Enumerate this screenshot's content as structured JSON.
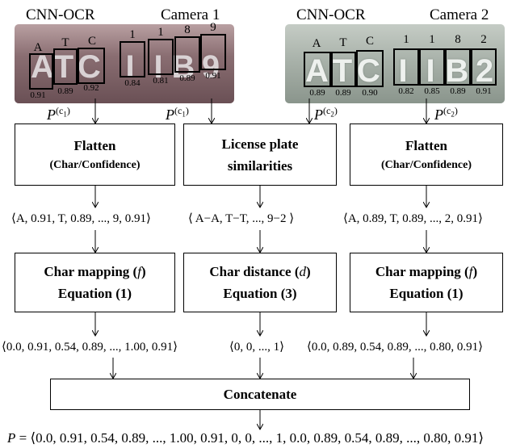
{
  "camera1": {
    "ocr_label": "CNN-OCR",
    "camera_label": "Camera 1",
    "chars": [
      {
        "box": "A",
        "glyph": "A",
        "conf": "0.91"
      },
      {
        "box": "T",
        "glyph": "T",
        "conf": "0.89"
      },
      {
        "box": "C",
        "glyph": "C",
        "conf": "0.92"
      },
      {
        "box": "1",
        "glyph": "I",
        "conf": "0.84"
      },
      {
        "box": "1",
        "glyph": "I",
        "conf": "0.81"
      },
      {
        "box": "8",
        "glyph": "B",
        "conf": "0.89"
      },
      {
        "box": "9",
        "glyph": "9",
        "conf": "0.91"
      }
    ]
  },
  "camera2": {
    "ocr_label": "CNN-OCR",
    "camera_label": "Camera 2",
    "chars": [
      {
        "box": "A",
        "glyph": "A",
        "conf": "0.89"
      },
      {
        "box": "T",
        "glyph": "T",
        "conf": "0.89"
      },
      {
        "box": "C",
        "glyph": "C",
        "conf": "0.90"
      },
      {
        "box": "1",
        "glyph": "I",
        "conf": "0.82"
      },
      {
        "box": "1",
        "glyph": "I",
        "conf": "0.85"
      },
      {
        "box": "8",
        "glyph": "B",
        "conf": "0.89"
      },
      {
        "box": "2",
        "glyph": "2",
        "conf": "0.91"
      }
    ]
  },
  "prob_labels": {
    "p_base": "P",
    "c1": "(c",
    "c1_sub": "1",
    "c2_sub": "2",
    "close": ")"
  },
  "nodes": {
    "flatten1": {
      "title": "Flatten",
      "sub": "(Char/Confidence)"
    },
    "similarity": {
      "title1": "License plate",
      "title2": "similarities"
    },
    "flatten2": {
      "title": "Flatten",
      "sub": "(Char/Confidence)"
    },
    "mapping1": {
      "title": "Char mapping (",
      "var": "f",
      "close": ")",
      "eq": "Equation (1)"
    },
    "distance": {
      "title": "Char distance (",
      "var": "d",
      "close": ")",
      "eq": "Equation (3)"
    },
    "mapping2": {
      "title": "Char mapping (",
      "var": "f",
      "close": ")",
      "eq": "Equation (1)"
    },
    "concat": {
      "title": "Concatenate"
    }
  },
  "sequences": {
    "flat1": "⟨A, 0.91, T, 0.89, ..., 9, 0.91⟩",
    "sim": "⟨ A−A, T−T, ..., 9−2 ⟩",
    "flat2": "⟨A, 0.89, T, 0.89, ..., 2, 0.91⟩",
    "map1": "⟨0.0, 0.91, 0.54, 0.89, ..., 1.00, 0.91⟩",
    "dist": "⟨0, 0, ..., 1⟩",
    "map2": "⟨0.0, 0.89, 0.54, 0.89, ..., 0.80, 0.91⟩"
  },
  "final": {
    "lhs": "P",
    "rhs": "= ⟨0.0, 0.91, 0.54, 0.89, ..., 1.00, 0.91, 0, 0, ..., 1, 0.0, 0.89, 0.54, 0.89, ..., 0.80, 0.91⟩"
  }
}
